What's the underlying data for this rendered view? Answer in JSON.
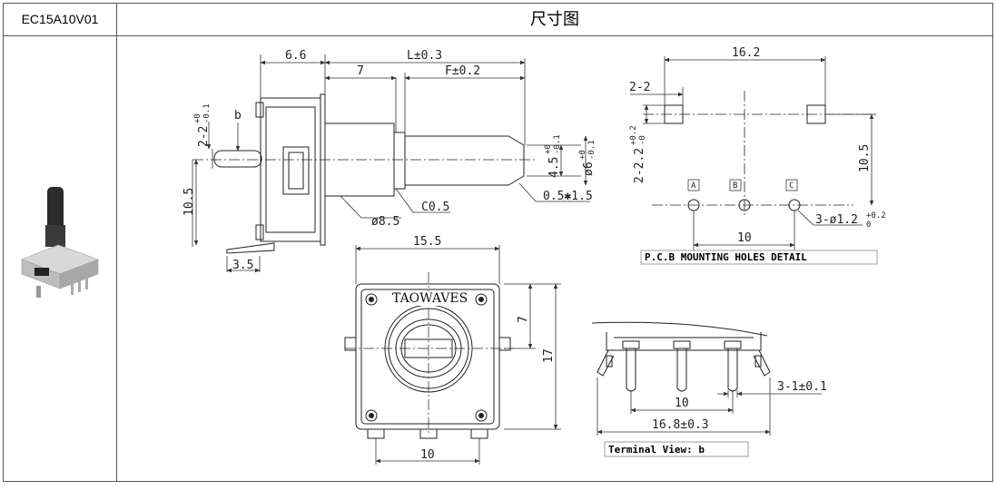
{
  "header": {
    "model": "EC15A10V01",
    "title": "尺寸图"
  },
  "side_view": {
    "dim_6_6": "6.6",
    "dim_L": "L±0.3",
    "dim_7": "7",
    "dim_F": "F±0.2",
    "dim_b": "b",
    "dim_2_2": "2-2",
    "dim_2_2_tol_top": "+0",
    "dim_2_2_tol_bot": "-0.1",
    "dim_10_5": "10.5",
    "dim_4_5": "4.5",
    "dim_4_5_tol_top": "+0",
    "dim_4_5_tol_bot": "-0.1",
    "dim_phi6": "ø6",
    "dim_phi6_tol_top": "+0",
    "dim_phi6_tol_bot": "-0.1",
    "dim_c0_5": "C0.5",
    "dim_phi8_5": "ø8.5",
    "dim_0_5x1_5": "0.5✱1.5",
    "dim_3_5": "3.5"
  },
  "pcb_detail": {
    "dim_16_2": "16.2",
    "dim_2_2": "2-2",
    "dim_2_2_tol": "2-2.2",
    "dim_2_2_tol_top": "+0.2",
    "dim_2_2_tol_bot": "-0",
    "dim_10_5": "10.5",
    "pin_a": "A",
    "pin_b": "B",
    "pin_c": "C",
    "dim_holes": "3-ø1.2",
    "dim_holes_tol_top": "+0.2",
    "dim_holes_tol_bot": "0",
    "dim_10": "10",
    "caption": "P.C.B MOUNTING HOLES DETAIL"
  },
  "front_view": {
    "dim_15_5": "15.5",
    "brand": "TAOWAVES",
    "dim_7": "7",
    "dim_17": "17",
    "dim_10": "10"
  },
  "terminal_view": {
    "dim_10": "10",
    "dim_3_1": "3-1±0.1",
    "dim_16_8": "16.8±0.3",
    "caption": "Terminal View: b"
  }
}
